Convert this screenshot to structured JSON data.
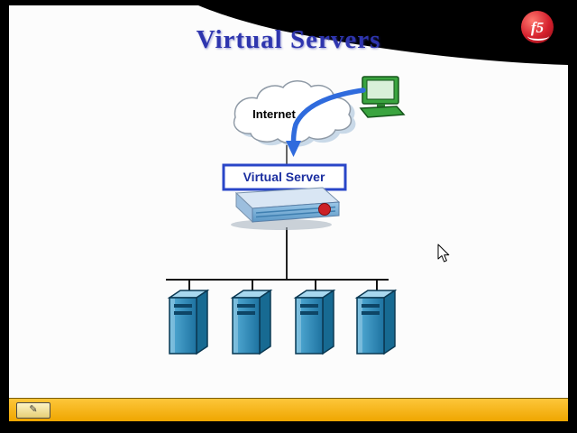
{
  "slide": {
    "title": "Virtual Servers"
  },
  "logo": {
    "text": "f5"
  },
  "diagram": {
    "internet_label": "Internet",
    "virtual_server_label": "Virtual Server",
    "server_count": 4
  },
  "toolbar": {
    "pen_icon": "✎"
  },
  "colors": {
    "title_blue": "#2e35ae",
    "arrow_blue": "#2f6bdd",
    "box_border_blue": "#2946c8",
    "bar_yellow": "#f2ab00",
    "logo_red": "#d41f2c",
    "server_blue": "#2f8ec2",
    "pc_green": "#3aa43f"
  }
}
